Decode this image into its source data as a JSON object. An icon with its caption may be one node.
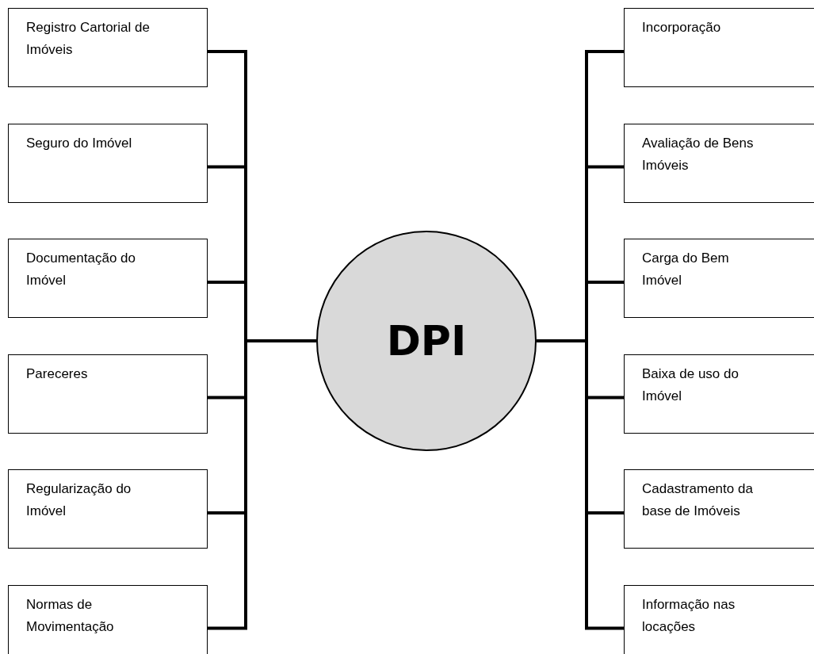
{
  "diagram": {
    "nodes": [
      {
        "text": [
          "DPI"
        ]
      },
      {
        "text": [
          "Registro Cartorial de Imóveis"
        ]
      },
      {
        "text": [
          "Seguro do Imóvel"
        ]
      },
      {
        "text": [
          "Documentação do Imóvel"
        ]
      },
      {
        "text": [
          "Pareceres"
        ]
      },
      {
        "text": [
          "Regularização do Imóvel"
        ]
      },
      {
        "text": [
          "Normas de Movimentação"
        ]
      },
      {
        "text": [
          "Incorporação"
        ]
      },
      {
        "text": [
          "Avaliação de Bens Imóveis"
        ]
      },
      {
        "text": [
          "Carga do Bem Imóvel"
        ]
      },
      {
        "text": [
          "Baixa de uso do Imóvel"
        ]
      },
      {
        "text": [
          "Cadastramento da base de Imóveis"
        ]
      },
      {
        "text": [
          "Informação nas locações"
        ]
      }
    ],
    "edges": [
      {
        "from": 0,
        "to": 1,
        "arrow": "none"
      },
      {
        "from": 0,
        "to": 2,
        "arrow": "none"
      },
      {
        "from": 0,
        "to": 3,
        "arrow": "none"
      },
      {
        "from": 0,
        "to": 4,
        "arrow": "none"
      },
      {
        "from": 0,
        "to": 5,
        "arrow": "none"
      },
      {
        "from": 0,
        "to": 6,
        "arrow": "none"
      },
      {
        "from": 0,
        "to": 7,
        "arrow": "none"
      },
      {
        "from": 0,
        "to": 8,
        "arrow": "none"
      },
      {
        "from": 0,
        "to": 9,
        "arrow": "none"
      },
      {
        "from": 0,
        "to": 10,
        "arrow": "none"
      },
      {
        "from": 0,
        "to": 11,
        "arrow": "none"
      },
      {
        "from": 0,
        "to": 12,
        "arrow": "none"
      }
    ]
  }
}
